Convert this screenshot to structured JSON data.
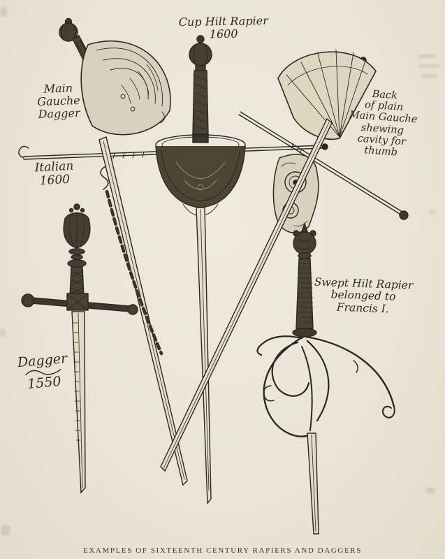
{
  "page": {
    "background_color": "#ebe6d8",
    "ink_color": "#2b2724",
    "caption": "EXAMPLES OF SIXTEENTH CENTURY RAPIERS AND DAGGERS"
  },
  "labels": {
    "main_gauche_dagger": {
      "lines": [
        "Main",
        "Gauche",
        "Dagger"
      ]
    },
    "cup_hilt_rapier": {
      "lines": [
        "Cup Hilt Rapier",
        "1600"
      ]
    },
    "back_of_plain_main_gauche": {
      "lines": [
        "Back",
        "of plain",
        "Main Gauche",
        "shewing",
        "cavity for",
        "thumb"
      ]
    },
    "italian_1600": {
      "lines": [
        "Italian",
        "1600"
      ]
    },
    "dagger_1550": {
      "lines": [
        "Dagger",
        "1550"
      ]
    },
    "swept_hilt_rapier": {
      "lines": [
        "Swept Hilt Rapier",
        "belonged to",
        "Francis I."
      ]
    }
  },
  "figures": [
    "long-quillon-bar",
    "main-gauche-dagger",
    "cup-hilt-rapier",
    "back-of-plain-main-gauche",
    "dagger-1550",
    "swept-hilt-rapier"
  ]
}
